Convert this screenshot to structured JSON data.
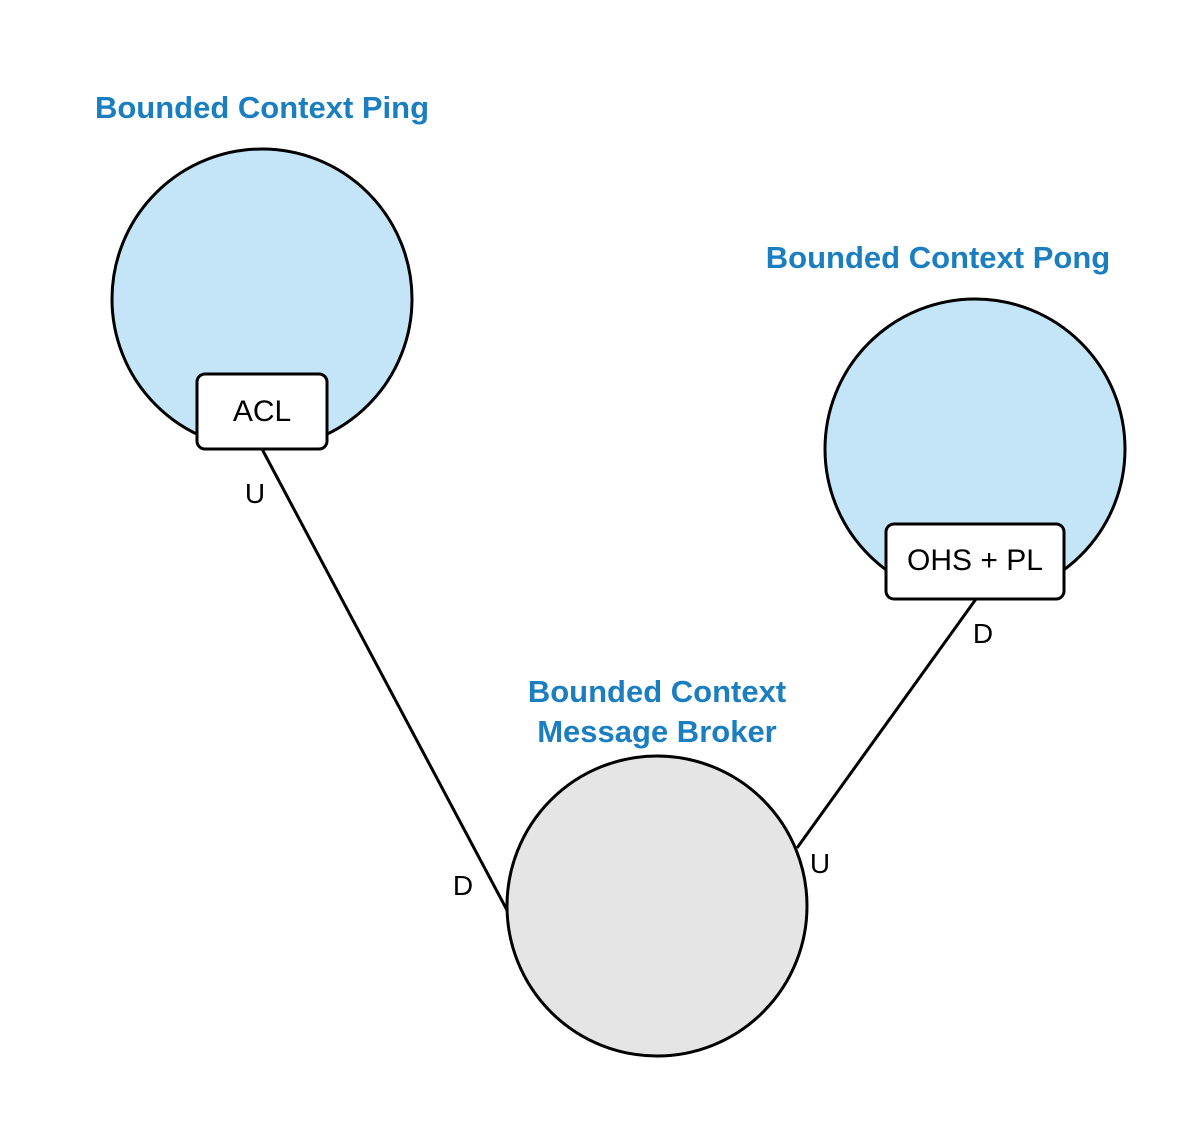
{
  "colors": {
    "title": "#1a7ec0",
    "bounded_context_fill": "#c4e4f7",
    "broker_fill": "#e5e5e5",
    "stroke": "#000000",
    "box_fill": "#ffffff"
  },
  "contexts": {
    "ping": {
      "title": "Bounded Context Ping",
      "pattern": "ACL"
    },
    "pong": {
      "title": "Bounded Context Pong",
      "pattern": "OHS + PL"
    },
    "broker": {
      "title_line1": "Bounded Context",
      "title_line2": "Message Broker"
    }
  },
  "relationships": [
    {
      "from": "ping",
      "to": "broker",
      "from_end": "U",
      "to_end": "D"
    },
    {
      "from": "pong",
      "to": "broker",
      "from_end": "D",
      "to_end": "U"
    }
  ]
}
